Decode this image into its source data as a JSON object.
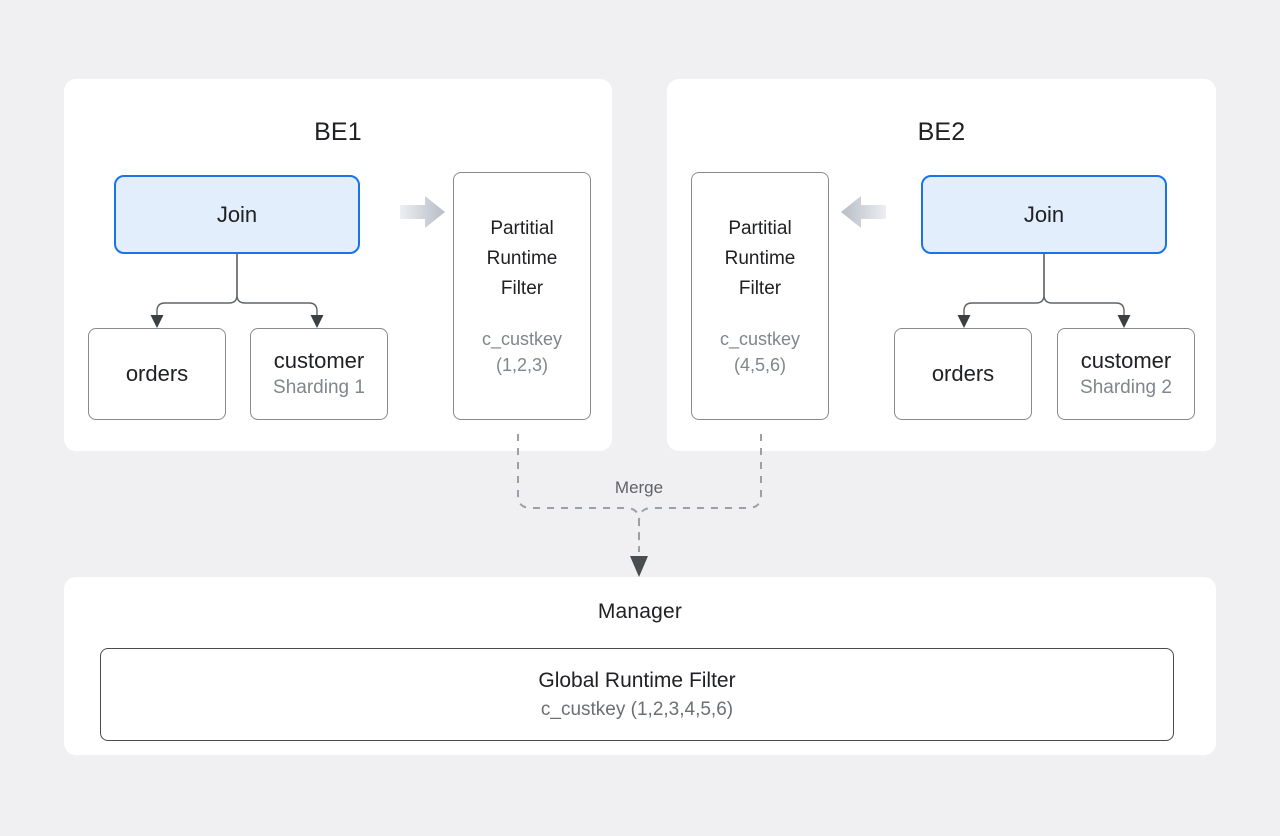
{
  "background_color": "#f0f0f2",
  "accent_color": "#1a73e8",
  "panels": {
    "be1": {
      "title": "BE1",
      "join": {
        "label": "Join"
      },
      "orders": {
        "label": "orders",
        "sub": ""
      },
      "customer": {
        "label": "customer",
        "sub": "Sharding 1"
      },
      "partial_runtime_filter": {
        "line1": "Partitial",
        "line2": "Runtime",
        "line3": "Filter",
        "key": "c_custkey",
        "values": "(1,2,3)"
      }
    },
    "be2": {
      "title": "BE2",
      "join": {
        "label": "Join"
      },
      "orders": {
        "label": "orders",
        "sub": ""
      },
      "customer": {
        "label": "customer",
        "sub": "Sharding 2"
      },
      "partial_runtime_filter": {
        "line1": "Partitial",
        "line2": "Runtime",
        "line3": "Filter",
        "key": "c_custkey",
        "values": "(4,5,6)"
      }
    },
    "manager": {
      "title": "Manager",
      "global_runtime_filter": {
        "label": "Global Runtime Filter",
        "detail": "c_custkey  (1,2,3,4,5,6)"
      }
    }
  },
  "edges": {
    "merge_label": "Merge",
    "be1_to_prf_icon": "right-block-arrow-icon",
    "be2_to_prf_icon": "left-block-arrow-icon"
  }
}
